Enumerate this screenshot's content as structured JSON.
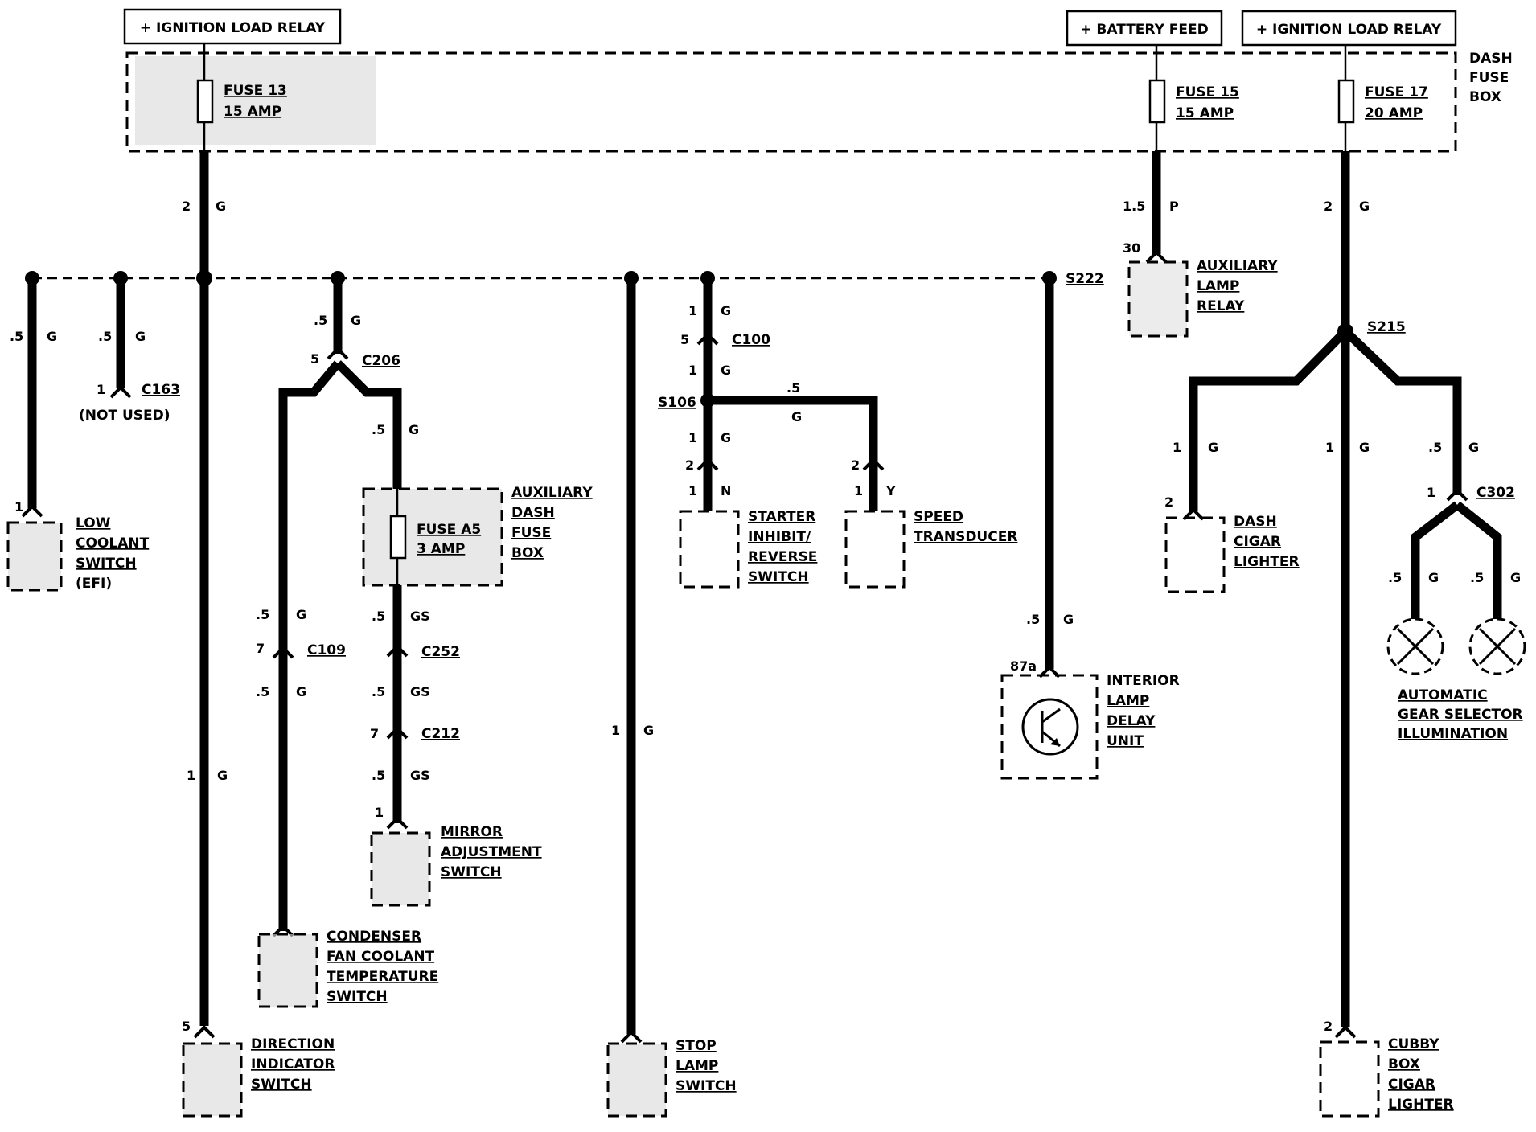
{
  "top_boxes": {
    "ign_left": "+ IGNITION LOAD RELAY",
    "battery": "+ BATTERY FEED",
    "ign_right": "+ IGNITION LOAD RELAY"
  },
  "dash_fuse_box": {
    "l1": "DASH",
    "l2": "FUSE",
    "l3": "BOX"
  },
  "fuses": {
    "f13": {
      "name": "FUSE 13",
      "rating": "15 AMP"
    },
    "f15": {
      "name": "FUSE 15",
      "rating": "15 AMP"
    },
    "f17": {
      "name": "FUSE 17",
      "rating": "20 AMP"
    },
    "a5": {
      "name": "FUSE A5",
      "rating": "3 AMP"
    }
  },
  "wires": {
    "w_f13_size": "2",
    "w_f13_color": "G",
    "w_f15_size": "1.5",
    "w_f15_color": "P",
    "w_f17_size": "2",
    "w_f17_color": "G",
    "w_lc_size": ".5",
    "w_lc_color": "G",
    "w_c163_size": ".5",
    "w_c163_color": "G",
    "w_dir_size": "1",
    "w_dir_color": "G",
    "w_c206_size": ".5",
    "w_c206_color": "G",
    "w_c206b_size": ".5",
    "w_c206b_color": "G",
    "w_c109a_size": ".5",
    "w_c109a_color": "G",
    "w_c109b_size": ".5",
    "w_c109b_color": "G",
    "w_a5a_size": ".5",
    "w_a5a_color": "GS",
    "w_a5b_size": ".5",
    "w_a5b_color": "GS",
    "w_a5c_size": ".5",
    "w_a5c_color": "GS",
    "w_stop_size": "1",
    "w_stop_color": "G",
    "w_c100a_size": "1",
    "w_c100a_color": "G",
    "w_c100b_size": "1",
    "w_c100b_color": "G",
    "w_s106_size": "1",
    "w_s106_color": "G",
    "w_s106r_size": ".5",
    "w_s106r_color": "G",
    "w_starter_color": "N",
    "w_speed_color": "Y",
    "w_int_size": ".5",
    "w_int_color": "G",
    "w_dash_size": "1",
    "w_dash_color": "G",
    "w_cubby_size": "1",
    "w_cubby_color": "G",
    "w_c302_size": ".5",
    "w_c302_color": "G",
    "w_lampL_size": ".5",
    "w_lampL_color": "G",
    "w_lampR_size": ".5",
    "w_lampR_color": "G"
  },
  "pins": {
    "lc": "1",
    "c163": "1",
    "c206": "5",
    "c109": "7",
    "c252": "",
    "c212": "7",
    "mirror": "1",
    "c100": "5",
    "starter_top": "2",
    "starter": "1",
    "speed_top": "2",
    "speed": "1",
    "relay": "30",
    "interior": "87a",
    "dash": "2",
    "c302": "1",
    "cubby": "2",
    "dir": "5"
  },
  "connectors": {
    "c163": "C163",
    "not_used": "(NOT USED)",
    "c206": "C206",
    "c109": "C109",
    "c252": "C252",
    "c212": "C212",
    "c100": "C100",
    "c302": "C302"
  },
  "splices": {
    "s222": "S222",
    "s106": "S106",
    "s215": "S215"
  },
  "components": {
    "low_coolant": [
      "LOW",
      "COOLANT",
      "SWITCH",
      "(EFI)"
    ],
    "aux_dash_fuse": [
      "AUXILIARY",
      "DASH",
      "FUSE",
      "BOX"
    ],
    "mirror": [
      "MIRROR",
      "ADJUSTMENT",
      "SWITCH"
    ],
    "condenser": [
      "CONDENSER",
      "FAN COOLANT",
      "TEMPERATURE",
      "SWITCH"
    ],
    "direction": [
      "DIRECTION",
      "INDICATOR",
      "SWITCH"
    ],
    "stop": [
      "STOP",
      "LAMP",
      "SWITCH"
    ],
    "starter": [
      "STARTER",
      "INHIBIT/",
      "REVERSE",
      "SWITCH"
    ],
    "speed": [
      "SPEED",
      "TRANSDUCER"
    ],
    "interior": [
      "INTERIOR",
      "LAMP",
      "DELAY",
      "UNIT"
    ],
    "aux_relay": [
      "AUXILIARY",
      "LAMP",
      "RELAY"
    ],
    "dash_cigar": [
      "DASH",
      "CIGAR",
      "LIGHTER"
    ],
    "gear": [
      "AUTOMATIC",
      "GEAR SELECTOR",
      "ILLUMINATION"
    ],
    "cubby": [
      "CUBBY",
      "BOX",
      "CIGAR",
      "LIGHTER"
    ]
  }
}
